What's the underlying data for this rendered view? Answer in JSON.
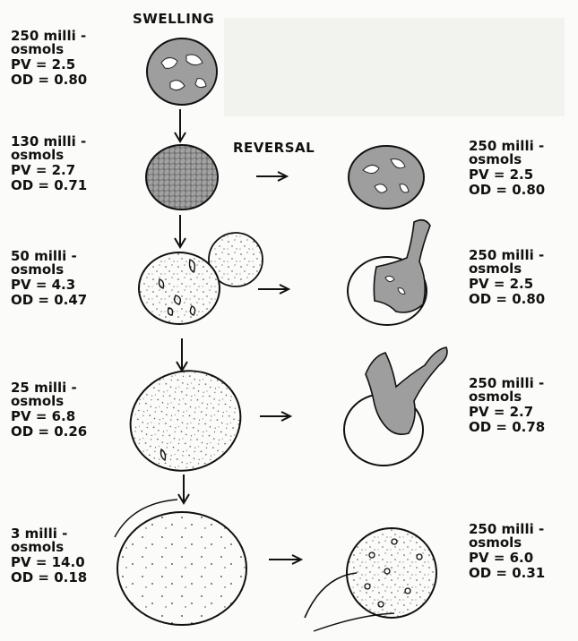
{
  "headings": {
    "swelling": "SWELLING",
    "reversal": "REVERSAL"
  },
  "swelling": [
    {
      "line1": "250 milli -",
      "line2": "osmols",
      "pv": "PV = 2.5",
      "od": "OD = 0.80"
    },
    {
      "line1": "130 milli -",
      "line2": "osmols",
      "pv": "PV = 2.7",
      "od": "OD = 0.71"
    },
    {
      "line1": "50 milli -",
      "line2": "osmols",
      "pv": "PV = 4.3",
      "od": "OD = 0.47"
    },
    {
      "line1": "25 milli -",
      "line2": "osmols",
      "pv": "PV = 6.8",
      "od": "OD = 0.26"
    },
    {
      "line1": "3 milli -",
      "line2": "osmols",
      "pv": "PV = 14.0",
      "od": "OD = 0.18"
    }
  ],
  "reversal": [
    {
      "line1": "250 milli -",
      "line2": "osmols",
      "pv": "PV = 2.5",
      "od": "OD = 0.80"
    },
    {
      "line1": "250 milli -",
      "line2": "osmols",
      "pv": "PV = 2.5",
      "od": "OD = 0.80"
    },
    {
      "line1": "250 milli -",
      "line2": "osmols",
      "pv": "PV = 2.7",
      "od": "OD = 0.78"
    },
    {
      "line1": "250 milli -",
      "line2": "osmols",
      "pv": "PV = 6.0",
      "od": "OD = 0.31"
    }
  ]
}
